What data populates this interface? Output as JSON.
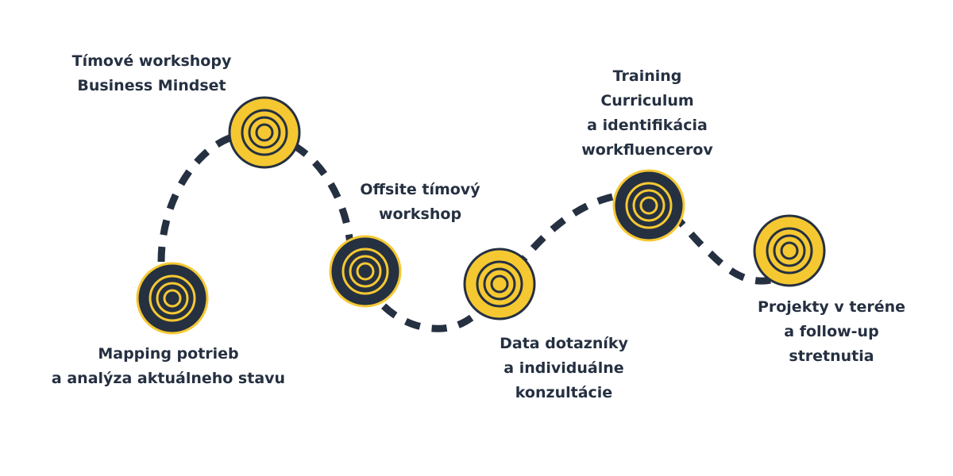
{
  "colors": {
    "dark": "#253041",
    "yellow": "#F5C832",
    "background": "#FFFFFF"
  },
  "steps": [
    {
      "variant": "dark",
      "lines": [
        "Mapping potrieb",
        "a analýza aktuálneho stavu"
      ]
    },
    {
      "variant": "yellow",
      "lines": [
        "Tímové workshopy",
        "Business Mindset"
      ]
    },
    {
      "variant": "dark",
      "lines": [
        "Offsite tímový",
        "workshop"
      ]
    },
    {
      "variant": "yellow",
      "lines": [
        "Data dotazníky",
        "a individuálne",
        "konzultácie"
      ]
    },
    {
      "variant": "dark",
      "lines": [
        "Training",
        "Curriculum",
        "a identifikácia",
        "workfluencerov"
      ]
    },
    {
      "variant": "yellow",
      "lines": [
        "Projekty v teréne",
        "a follow-up",
        "stretnutia"
      ]
    }
  ]
}
